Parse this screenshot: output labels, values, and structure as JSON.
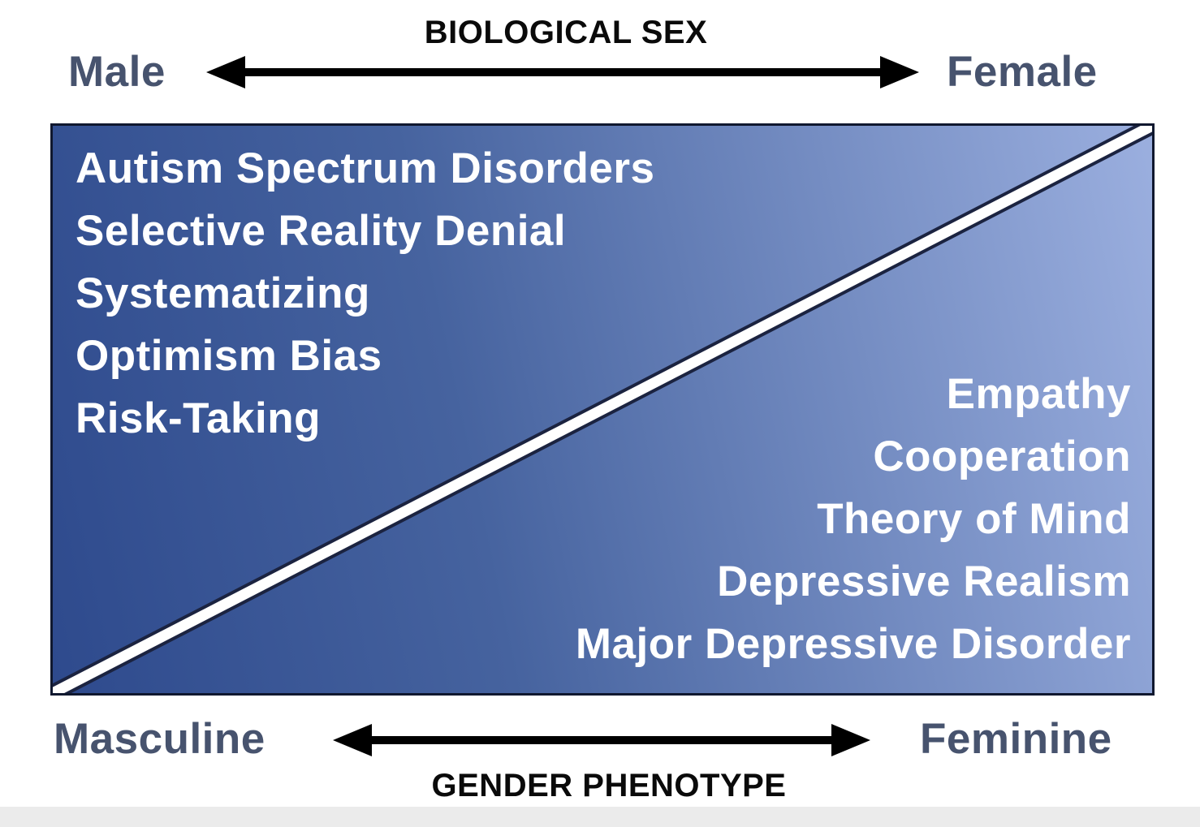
{
  "axes": {
    "top": {
      "title": "BIOLOGICAL SEX",
      "left_label": "Male",
      "right_label": "Female"
    },
    "bottom": {
      "title": "GENDER PHENOTYPE",
      "left_label": "Masculine",
      "right_label": "Feminine"
    }
  },
  "traits": {
    "masculine": [
      "Autism Spectrum Disorders",
      "Selective Reality Denial",
      "Systematizing",
      "Optimism Bias",
      "Risk-Taking"
    ],
    "feminine": [
      "Empathy",
      "Cooperation",
      "Theory of Mind",
      "Depressive Realism",
      "Major Depressive Disorder"
    ]
  },
  "colors": {
    "heading_color": "#0a0a0a",
    "axis_label_color": "#47536e",
    "arrow_color": "#000000",
    "box_border_color": "#10182f",
    "gradient_start": "#2e4a8d",
    "gradient_mid": "#46639f",
    "gradient_end": "#9bafdf",
    "divider_edge": "#1b2340",
    "divider_stripe": "#ffffff",
    "trait_text_color": "#ffffff",
    "footer_strip": "#ebebeb"
  }
}
